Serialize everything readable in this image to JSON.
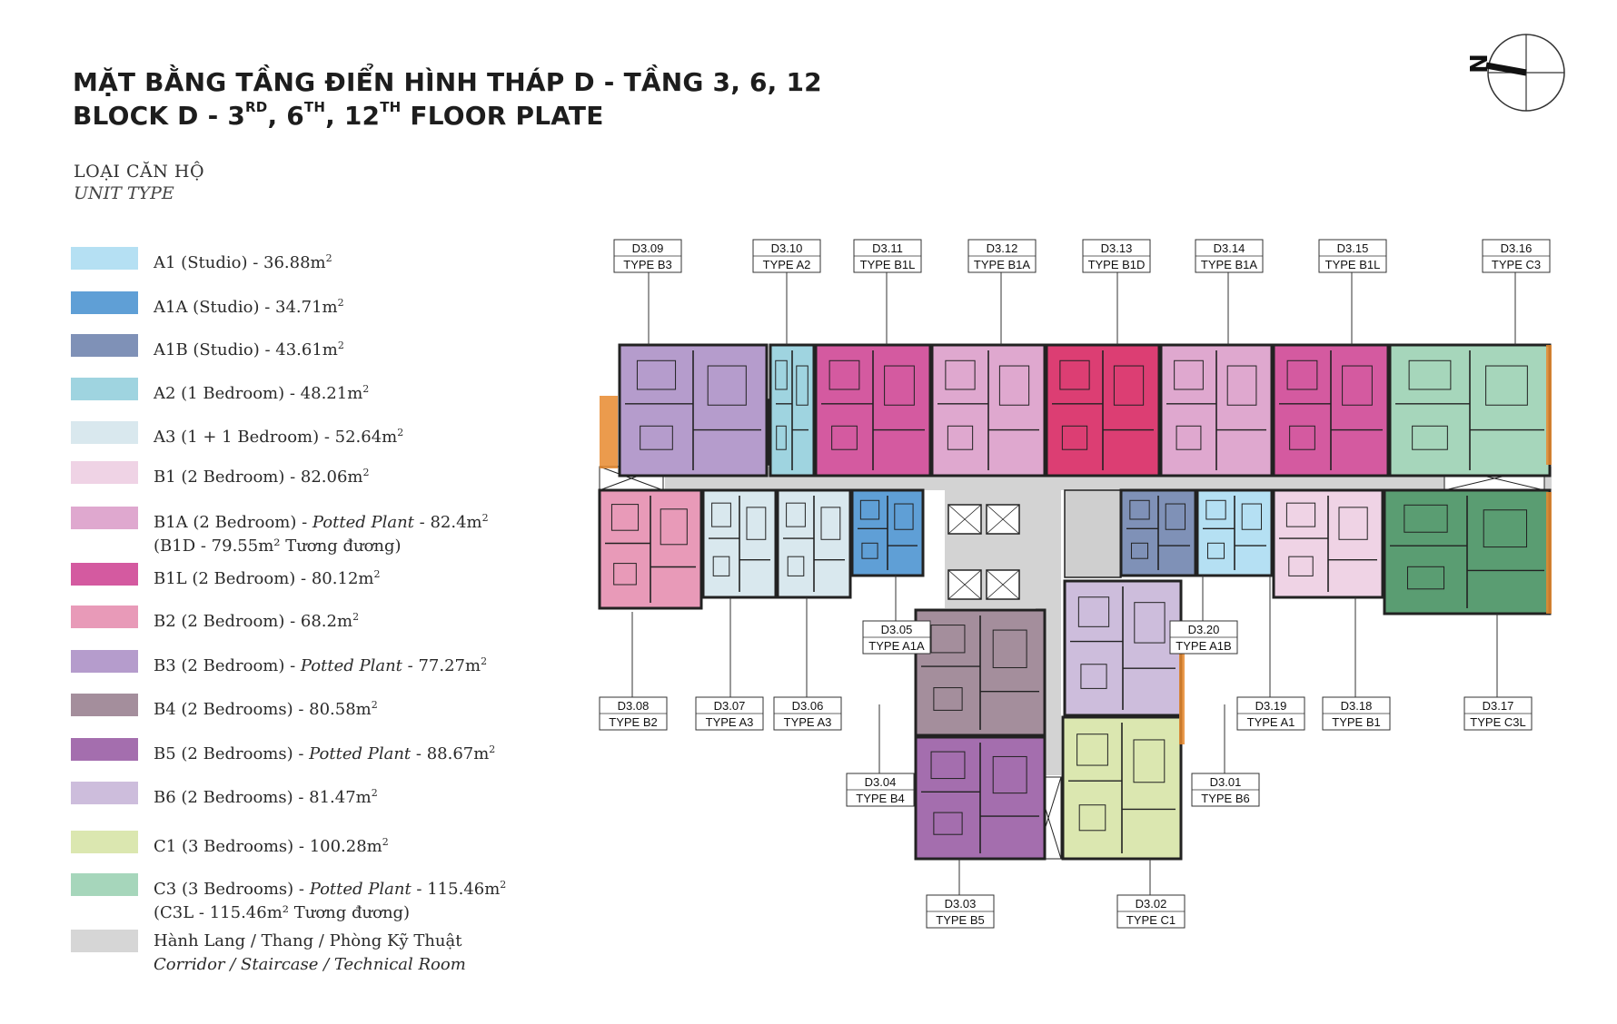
{
  "title": {
    "line1": "MẶT BẰNG TẦNG ĐIỂN HÌNH THÁP D - TẦNG 3, 6, 12",
    "line2_a": "BLOCK D - 3",
    "line2_s1": "RD",
    "line2_b": ", 6",
    "line2_s2": "TH",
    "line2_c": ", 12",
    "line2_s3": "TH",
    "line2_d": " FLOOR PLATE"
  },
  "compass": {
    "letter": "N"
  },
  "section": {
    "vi": "LOẠI CĂN HỘ",
    "en": "UNIT TYPE"
  },
  "legend": [
    {
      "name": "A1 (Studio)",
      "pre": "A1 (Studio) - ",
      "italic": "",
      "post": "",
      "area": "36.88m",
      "sup": "2",
      "line2": "",
      "color": "#b5e0f3"
    },
    {
      "name": "A1A (Studio)",
      "pre": "A1A (Studio) - ",
      "italic": "",
      "post": "",
      "area": "34.71m",
      "sup": "2",
      "line2": "",
      "color": "#5f9fd6"
    },
    {
      "name": "A1B (Studio)",
      "pre": "A1B (Studio) - ",
      "italic": "",
      "post": "",
      "area": "43.61m",
      "sup": "2",
      "line2": "",
      "color": "#7f91b7"
    },
    {
      "name": "A2 (1 Bedroom)",
      "pre": "A2 (1 Bedroom) - ",
      "italic": "",
      "post": "",
      "area": "48.21m",
      "sup": "2",
      "line2": "",
      "color": "#9fd4e0"
    },
    {
      "name": "A3 (1 + 1 Bedroom)",
      "pre": "A3 (1 + 1 Bedroom) - ",
      "italic": "",
      "post": "",
      "area": "52.64m",
      "sup": "2",
      "line2": "",
      "color": "#d9e8ee"
    },
    {
      "name": "B1 (2 Bedroom)",
      "pre": "B1 (2 Bedroom) - ",
      "italic": "",
      "post": "",
      "area": "82.06m",
      "sup": "2",
      "line2": "",
      "color": "#efd3e5"
    },
    {
      "name": "B1A (2 Bedroom)",
      "pre": "B1A (2 Bedroom) - ",
      "italic": "Potted Plant",
      "post": " - ",
      "area": "82.4m",
      "sup": "2",
      "line2": "(B1D - 79.55m² Tương đương)",
      "color": "#dfa8cf"
    },
    {
      "name": "B1L (2 Bedroom)",
      "pre": "B1L (2 Bedroom) - ",
      "italic": "",
      "post": "",
      "area": "80.12m",
      "sup": "2",
      "line2": "",
      "color": "#d45aa0"
    },
    {
      "name": "B2 (2 Bedroom)",
      "pre": "B2 (2 Bedroom) - ",
      "italic": "",
      "post": "",
      "area": "68.2m",
      "sup": "2",
      "line2": "",
      "color": "#e89ab8"
    },
    {
      "name": "B3 (2 Bedroom)",
      "pre": "B3 (2 Bedroom) - ",
      "italic": "Potted Plant",
      "post": " - ",
      "area": "77.27m",
      "sup": "2",
      "line2": "",
      "color": "#b59ccc"
    },
    {
      "name": "B4 (2 Bedrooms)",
      "pre": "B4 (2 Bedrooms) - ",
      "italic": "",
      "post": "",
      "area": "80.58m",
      "sup": "2",
      "line2": "",
      "color": "#a48e9c"
    },
    {
      "name": "B5 (2 Bedrooms)",
      "pre": "B5 (2 Bedrooms) - ",
      "italic": "Potted Plant",
      "post": " - ",
      "area": "88.67m",
      "sup": "2",
      "line2": "",
      "color": "#a46eae"
    },
    {
      "name": "B6 (2 Bedrooms)",
      "pre": "B6 (2 Bedrooms) - ",
      "italic": "",
      "post": "",
      "area": "81.47m",
      "sup": "2",
      "line2": "",
      "color": "#cdbddc"
    },
    {
      "name": "C1 (3 Bedrooms)",
      "pre": "C1 (3 Bedrooms) - ",
      "italic": "",
      "post": "",
      "area": "100.28m",
      "sup": "2",
      "line2": "",
      "color": "#dbe7b0"
    },
    {
      "name": "C3 (3 Bedrooms)",
      "pre": "C3 (3 Bedrooms) - ",
      "italic": "Potted Plant",
      "post": " - ",
      "area": "115.46m",
      "sup": "2",
      "line2": "(C3L - 115.46m² Tương đương)",
      "color": "#a6d6bb"
    },
    {
      "name": "Corridor",
      "pre": "Hành Lang / Thang / Phòng Kỹ Thuật",
      "italic": "",
      "post": "",
      "area": "",
      "sup": "",
      "line2": "Corridor / Staircase / Technical Room",
      "color": "#d6d6d6"
    }
  ],
  "units": [
    {
      "code": "D3.09",
      "type": "TYPE B3",
      "color": "#b59ccc"
    },
    {
      "code": "D3.10",
      "type": "TYPE A2",
      "color": "#9fd4e0"
    },
    {
      "code": "D3.11",
      "type": "TYPE B1L",
      "color": "#d45aa0"
    },
    {
      "code": "D3.12",
      "type": "TYPE B1A",
      "color": "#dfa8cf"
    },
    {
      "code": "D3.13",
      "type": "TYPE B1D",
      "color": "#dc3e73"
    },
    {
      "code": "D3.14",
      "type": "TYPE B1A",
      "color": "#dfa8cf"
    },
    {
      "code": "D3.15",
      "type": "TYPE B1L",
      "color": "#d45aa0"
    },
    {
      "code": "D3.16",
      "type": "TYPE C3",
      "color": "#a6d6bb"
    },
    {
      "code": "D3.08",
      "type": "TYPE B2",
      "color": "#e89ab8"
    },
    {
      "code": "D3.07",
      "type": "TYPE A3",
      "color": "#d9e8ee"
    },
    {
      "code": "D3.06",
      "type": "TYPE A3",
      "color": "#d9e8ee"
    },
    {
      "code": "D3.05",
      "type": "TYPE A1A",
      "color": "#5f9fd6"
    },
    {
      "code": "D3.20",
      "type": "TYPE A1B",
      "color": "#7f91b7"
    },
    {
      "code": "D3.19",
      "type": "TYPE A1",
      "color": "#b5e0f3"
    },
    {
      "code": "D3.18",
      "type": "TYPE B1",
      "color": "#efd3e5"
    },
    {
      "code": "D3.17",
      "type": "TYPE C3L",
      "color": "#5a9d72"
    },
    {
      "code": "D3.04",
      "type": "TYPE B4",
      "color": "#a48e9c"
    },
    {
      "code": "D3.01",
      "type": "TYPE B6",
      "color": "#cdbddc"
    },
    {
      "code": "D3.03",
      "type": "TYPE B5",
      "color": "#a46eae"
    },
    {
      "code": "D3.02",
      "type": "TYPE C1",
      "color": "#dbe7b0"
    }
  ],
  "corridor_color": "#d3d3d3",
  "wall_color": "#222222",
  "accent_color": "#e8892e"
}
